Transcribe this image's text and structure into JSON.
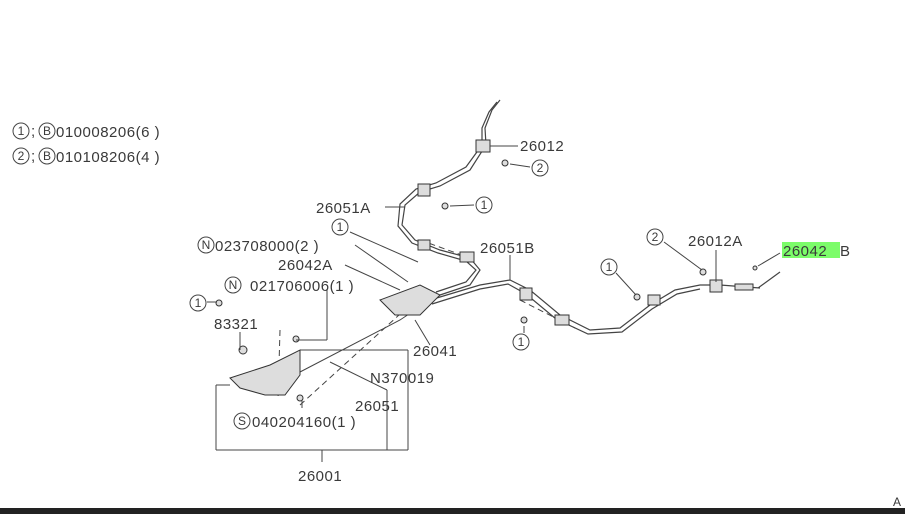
{
  "legend": [
    {
      "ref": "1",
      "code_ref": "B",
      "text": "010008206(6 )"
    },
    {
      "ref": "2",
      "code_ref": "B",
      "text": "010108206(4 )"
    }
  ],
  "labels": {
    "p26012": "26012",
    "p26051A": "26051A",
    "p26051B": "26051B",
    "p26042A": "26042A",
    "n023708000": "023708000(2 )",
    "n021706006": "021706006(1 )",
    "p83321": "83321",
    "p26041": "26041",
    "n370019": "N370019",
    "p26051": "26051",
    "s040204160": "040204160(1 )",
    "p26001": "26001",
    "p26012A": "26012A",
    "p26042B_highlight": "26042",
    "p26042B_suffix": "B"
  },
  "markers": {
    "one": "1",
    "two": "2",
    "B": "B",
    "N": "N",
    "S": "S"
  },
  "corner": "A",
  "highlight_color": "#7CFC6A"
}
